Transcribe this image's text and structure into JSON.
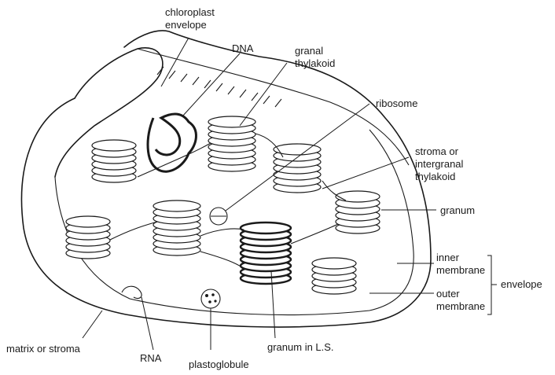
{
  "diagram": {
    "labels": {
      "chloroplast_envelope": "chloroplast\nenvelope",
      "dna": "DNA",
      "granal_thylakoid": "granal\nthylakoid",
      "ribosome": "ribosome",
      "stroma_thylakoid": "stroma or\nintergranal\nthylakoid",
      "granum": "granum",
      "inner_membrane": "inner\nmembrane",
      "outer_membrane": "outer\nmembrane",
      "envelope": "envelope",
      "matrix": "matrix or stroma",
      "rna": "RNA",
      "plastoglobule": "plastoglobule",
      "granum_ls": "granum in L.S."
    }
  }
}
